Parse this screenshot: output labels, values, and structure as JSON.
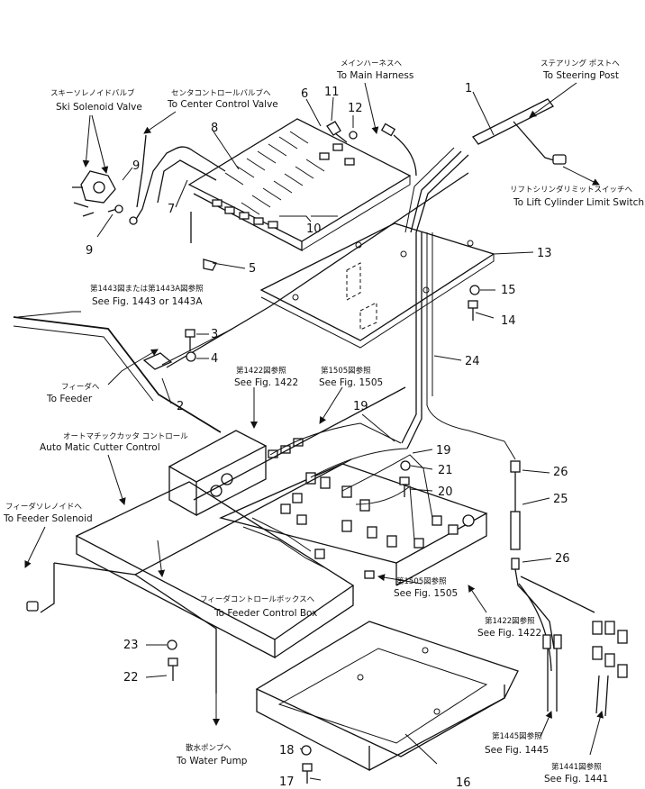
{
  "labels": {
    "ski_solenoid_jp": "スキーソレノイドバルブ",
    "ski_solenoid_en": "Ski Solenoid Valve",
    "center_valve_jp": "センタコントロールバルブへ",
    "center_valve_en": "To Center Control Valve",
    "main_harness_jp": "メインハーネスへ",
    "main_harness_en": "To Main Harness",
    "steering_post_jp": "ステアリング ポストへ",
    "steering_post_en": "To Steering Post",
    "lift_switch_jp": "リフトシリンダリミットスイッチへ",
    "lift_switch_en": "To Lift Cylinder Limit Switch",
    "fig1443_jp": "第1443図または第1443A図参照",
    "fig1443_en": "See Fig. 1443 or 1443A",
    "feeder_jp": "フィーダへ",
    "feeder_en": "To Feeder",
    "fig1422_top_jp": "第1422図参照",
    "fig1422_top_en": "See Fig. 1422",
    "fig1505_top_jp": "第1505図参照",
    "fig1505_top_en": "See Fig. 1505",
    "auto_cutter_jp": "オートマチックカッタ コントロール",
    "auto_cutter_en": "Auto Matic Cutter Control",
    "feeder_solenoid_jp": "フィーダソレノイドへ",
    "feeder_solenoid_en": "To Feeder Solenoid",
    "feeder_box_jp": "フィーダコントロールボックスへ",
    "feeder_box_en": "To Feeder Control Box",
    "fig1505_bot_jp": "第1505図参照",
    "fig1505_bot_en": "See Fig. 1505",
    "fig1422_bot_jp": "第1422図参照",
    "fig1422_bot_en": "See Fig. 1422",
    "fig1445_jp": "第1445図参照",
    "fig1445_en": "See Fig. 1445",
    "fig1441_jp": "第1441図参照",
    "fig1441_en": "See Fig. 1441",
    "water_pump_jp": "散水ポンプへ",
    "water_pump_en": "To Water Pump"
  },
  "callouts": {
    "c1": "1",
    "c2": "2",
    "c3": "3",
    "c4": "4",
    "c5": "5",
    "c6": "6",
    "c7": "7",
    "c8": "8",
    "c9a": "9",
    "c9b": "9",
    "c10": "10",
    "c11": "11",
    "c12": "12",
    "c13": "13",
    "c14": "14",
    "c15": "15",
    "c16": "16",
    "c17": "17",
    "c18": "18",
    "c19a": "19",
    "c19b": "19",
    "c20": "20",
    "c21": "21",
    "c22": "22",
    "c23": "23",
    "c24": "24",
    "c25": "25",
    "c26a": "26",
    "c26b": "26"
  }
}
